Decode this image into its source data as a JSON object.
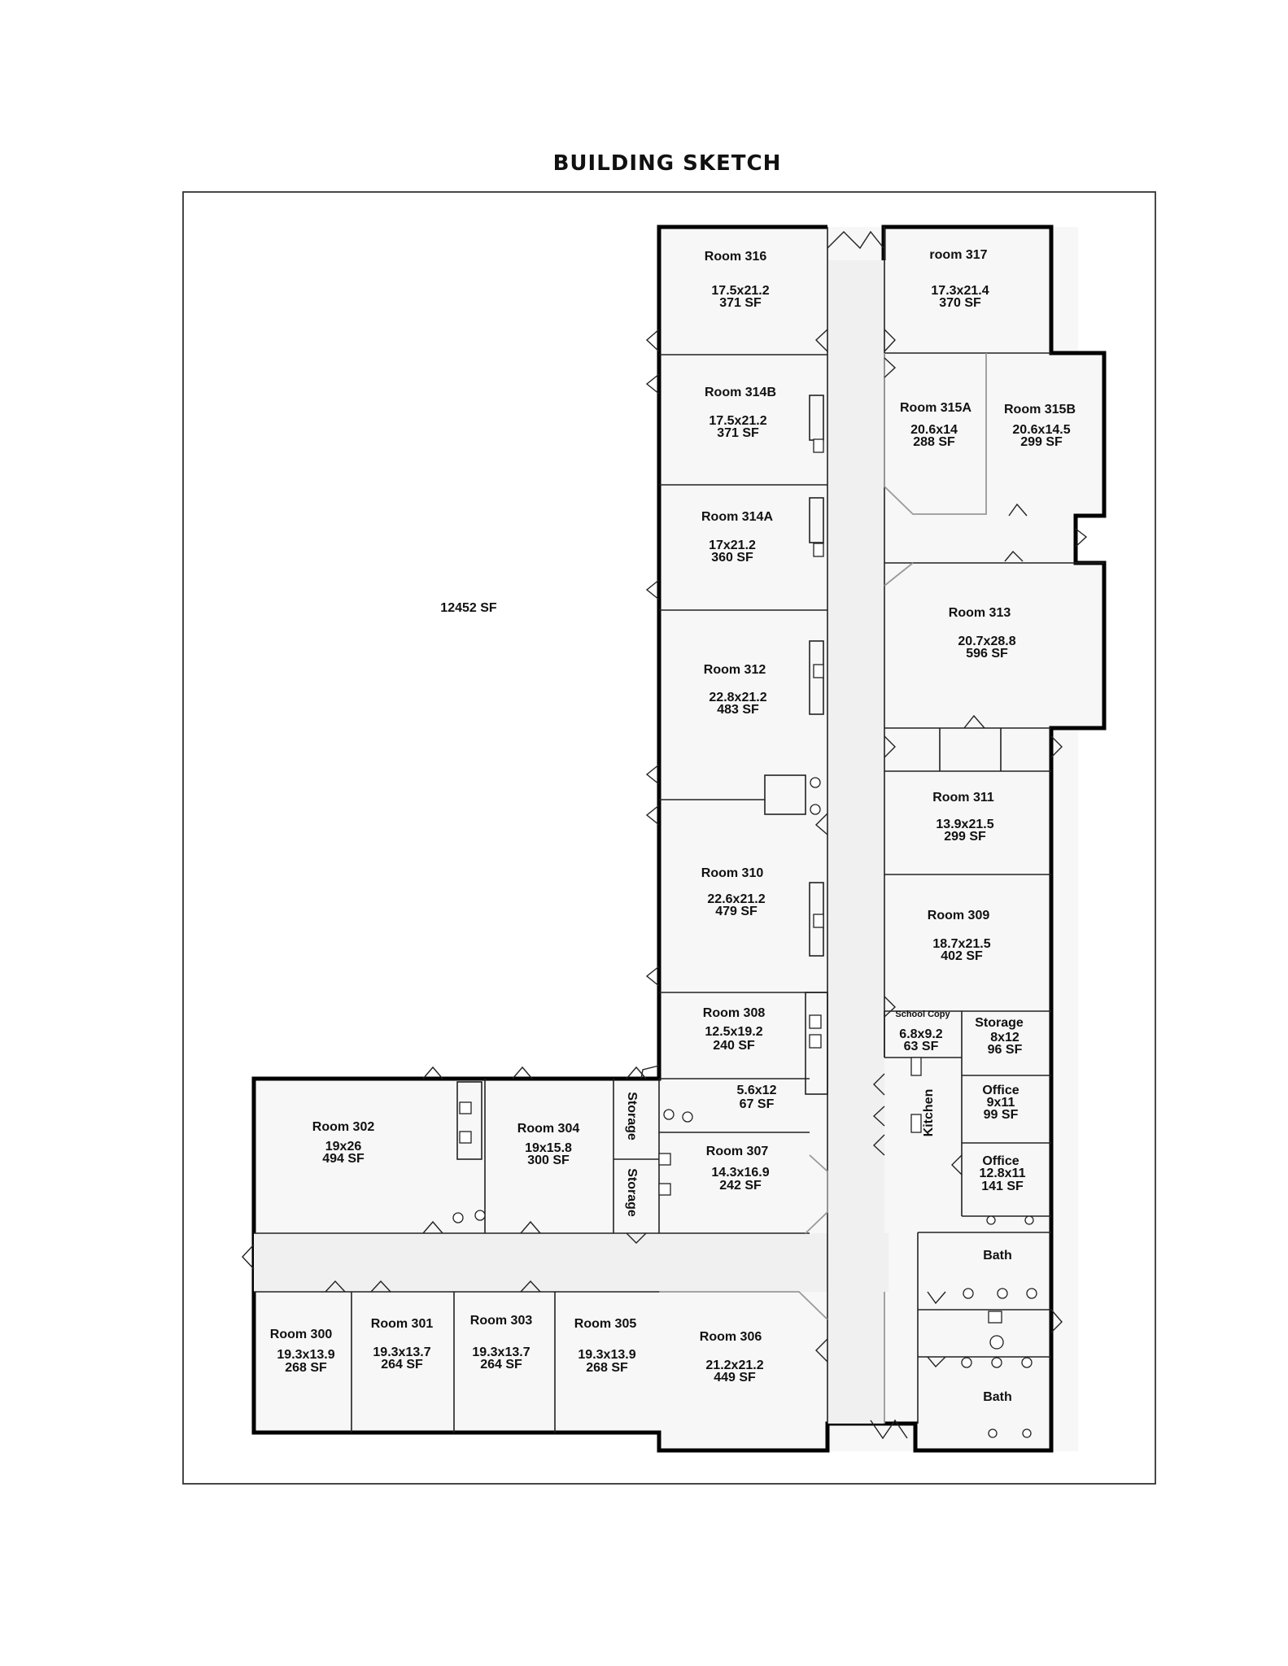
{
  "title": "BUILDING SKETCH",
  "site_area": "12452 SF",
  "rooms": {
    "r316": {
      "name": "Room 316",
      "dims": "17.5x21.2",
      "area": "371 SF"
    },
    "r317": {
      "name": "room 317",
      "dims": "17.3x21.4",
      "area": "370 SF"
    },
    "r314b": {
      "name": "Room 314B",
      "dims": "17.5x21.2",
      "area": "371 SF"
    },
    "r315a": {
      "name": "Room 315A",
      "dims": "20.6x14",
      "area": "288 SF"
    },
    "r315b": {
      "name": "Room 315B",
      "dims": "20.6x14.5",
      "area": "299 SF"
    },
    "r314a": {
      "name": "Room 314A",
      "dims": "17x21.2",
      "area": "360 SF"
    },
    "r313": {
      "name": "Room 313",
      "dims": "20.7x28.8",
      "area": "596 SF"
    },
    "r312": {
      "name": "Room 312",
      "dims": "22.8x21.2",
      "area": "483 SF"
    },
    "r311": {
      "name": "Room 311",
      "dims": "13.9x21.5",
      "area": "299 SF"
    },
    "r310": {
      "name": "Room 310",
      "dims": "22.6x21.2",
      "area": "479 SF"
    },
    "r309": {
      "name": "Room 309",
      "dims": "18.7x21.5",
      "area": "402 SF"
    },
    "r308": {
      "name": "Room 308",
      "dims": "12.5x19.2",
      "area": "240 SF"
    },
    "copy": {
      "name": "School Copy",
      "dims": "6.8x9.2",
      "area": "63 SF"
    },
    "storage_e": {
      "name": "Storage",
      "dims": "8x12",
      "area": "96 SF"
    },
    "closet": {
      "dims": "5.6x12",
      "area": "67 SF"
    },
    "office1": {
      "name": "Office",
      "dims": "9x11",
      "area": "99 SF"
    },
    "kitchen": {
      "name": "Kitchen"
    },
    "office2": {
      "name": "Office",
      "dims": "12.8x11",
      "area": "141 SF"
    },
    "r302": {
      "name": "Room 302",
      "dims": "19x26",
      "area": "494 SF"
    },
    "r304": {
      "name": "Room 304",
      "dims": "19x15.8",
      "area": "300 SF"
    },
    "storage1": {
      "name": "Storage"
    },
    "storage2": {
      "name": "Storage"
    },
    "r307": {
      "name": "Room 307",
      "dims": "14.3x16.9",
      "area": "242 SF"
    },
    "bath1": {
      "name": "Bath"
    },
    "bath2": {
      "name": "Bath"
    },
    "r300": {
      "name": "Room 300",
      "dims": "19.3x13.9",
      "area": "268 SF"
    },
    "r301": {
      "name": "Room 301",
      "dims": "19.3x13.7",
      "area": "264 SF"
    },
    "r303": {
      "name": "Room 303",
      "dims": "19.3x13.7",
      "area": "264 SF"
    },
    "r305": {
      "name": "Room 305",
      "dims": "19.3x13.9",
      "area": "268 SF"
    },
    "r306": {
      "name": "Room 306",
      "dims": "21.2x21.2",
      "area": "449 SF"
    }
  }
}
